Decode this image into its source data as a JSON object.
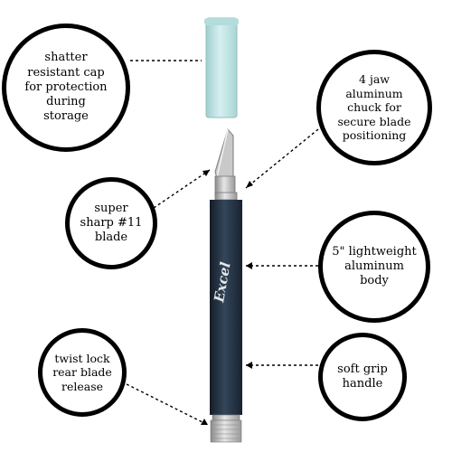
{
  "callouts": {
    "cap": "shatter\nresistant cap\nfor protection\nduring\nstorage",
    "chuck": "4 jaw\naluminum\nchuck for\nsecure blade\npositioning",
    "blade": "super\nsharp #11\nblade",
    "body": "5\" lightweight\naluminum\nbody",
    "twist": "twist lock\nrear blade\nrelease",
    "grip": "soft grip\nhandle"
  },
  "colors": {
    "cap": "#bfe3e3",
    "handle": "#243140",
    "metal": "#c4c4c4",
    "callout_border": "#000000"
  },
  "icons": {
    "logo": "excel-script-logo"
  }
}
